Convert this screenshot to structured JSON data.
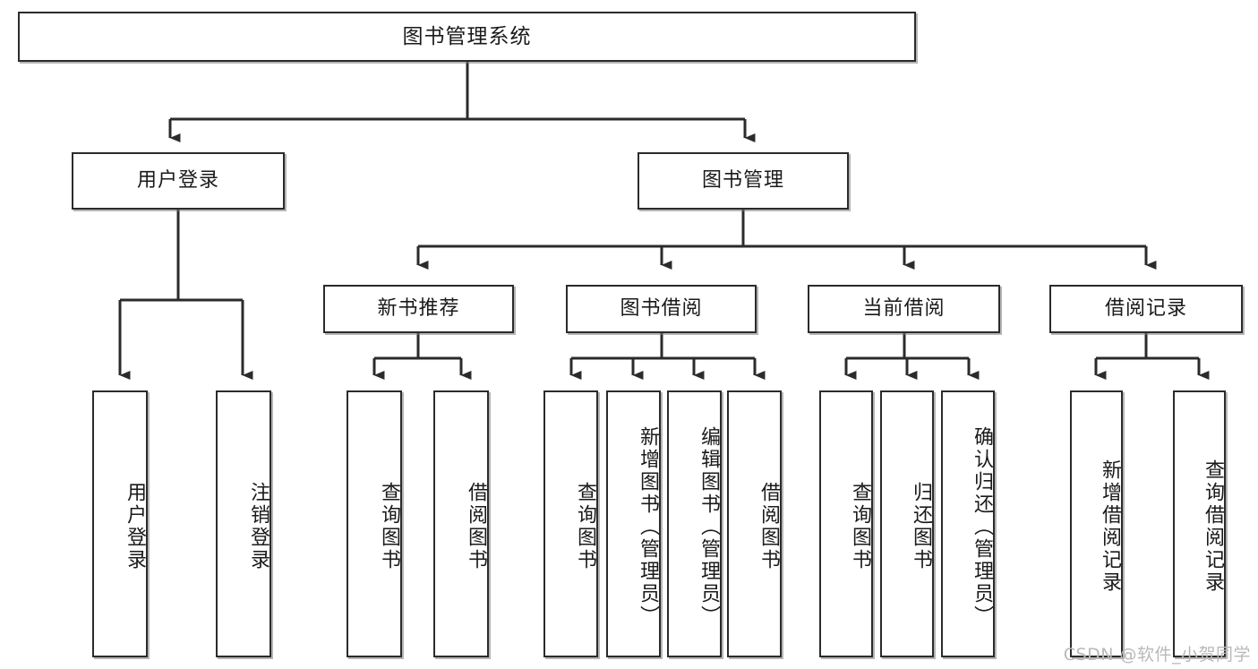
{
  "diagram": {
    "title": "图书管理系统",
    "type": "tree",
    "watermark": "CSDN @软件_小贺同学",
    "colors": {
      "stroke": "#2b2b2b",
      "fill": "#ffffff",
      "text": "#1a1a1a",
      "watermark": "#b9b9b9"
    },
    "levels": {
      "root": [
        "图书管理系统"
      ],
      "level2": [
        "用户登录",
        "图书管理"
      ],
      "level3": [
        "新书推荐",
        "图书借阅",
        "当前借阅",
        "借阅记录"
      ],
      "leaves": [
        "用户登录",
        "注销登录",
        "查询图书",
        "借阅图书",
        "查询图书",
        "新增图书（管理员）",
        "编辑图书（管理员）",
        "借阅图书",
        "查询图书",
        "归还图书",
        "确认归还（管理员）",
        "新增借阅记录",
        "查询借阅记录"
      ]
    },
    "nodes": {
      "root": {
        "label": "图书管理系统"
      },
      "user_login": {
        "label": "用户登录"
      },
      "book_manage": {
        "label": "图书管理"
      },
      "new_book_rec": {
        "label": "新书推荐"
      },
      "book_borrow": {
        "label": "图书借阅"
      },
      "current_borrow": {
        "label": "当前借阅"
      },
      "borrow_record": {
        "label": "借阅记录"
      },
      "leaf_user_login": {
        "label": "用户登录"
      },
      "leaf_logout": {
        "label": "注销登录"
      },
      "leaf_query_book_1": {
        "label": "查询图书"
      },
      "leaf_borrow_book_1": {
        "label": "借阅图书"
      },
      "leaf_query_book_2": {
        "label": "查询图书"
      },
      "leaf_add_book": {
        "label": "新增图书（管理员）"
      },
      "leaf_edit_book": {
        "label": "编辑图书（管理员）"
      },
      "leaf_borrow_book_2": {
        "label": "借阅图书"
      },
      "leaf_query_book_3": {
        "label": "查询图书"
      },
      "leaf_return_book": {
        "label": "归还图书"
      },
      "leaf_confirm_return": {
        "label": "确认归还（管理员）"
      },
      "leaf_add_record": {
        "label": "新增借阅记录"
      },
      "leaf_query_record": {
        "label": "查询借阅记录"
      }
    },
    "edges": [
      {
        "from": "root",
        "to": "user_login"
      },
      {
        "from": "root",
        "to": "book_manage"
      },
      {
        "from": "user_login",
        "to": "leaf_user_login"
      },
      {
        "from": "user_login",
        "to": "leaf_logout"
      },
      {
        "from": "book_manage",
        "to": "new_book_rec"
      },
      {
        "from": "book_manage",
        "to": "book_borrow"
      },
      {
        "from": "book_manage",
        "to": "current_borrow"
      },
      {
        "from": "book_manage",
        "to": "borrow_record"
      },
      {
        "from": "new_book_rec",
        "to": "leaf_query_book_1"
      },
      {
        "from": "new_book_rec",
        "to": "leaf_borrow_book_1"
      },
      {
        "from": "book_borrow",
        "to": "leaf_query_book_2"
      },
      {
        "from": "book_borrow",
        "to": "leaf_add_book"
      },
      {
        "from": "book_borrow",
        "to": "leaf_edit_book"
      },
      {
        "from": "book_borrow",
        "to": "leaf_borrow_book_2"
      },
      {
        "from": "current_borrow",
        "to": "leaf_query_book_3"
      },
      {
        "from": "current_borrow",
        "to": "leaf_return_book"
      },
      {
        "from": "current_borrow",
        "to": "leaf_confirm_return"
      },
      {
        "from": "borrow_record",
        "to": "leaf_add_record"
      },
      {
        "from": "borrow_record",
        "to": "leaf_query_record"
      }
    ]
  }
}
